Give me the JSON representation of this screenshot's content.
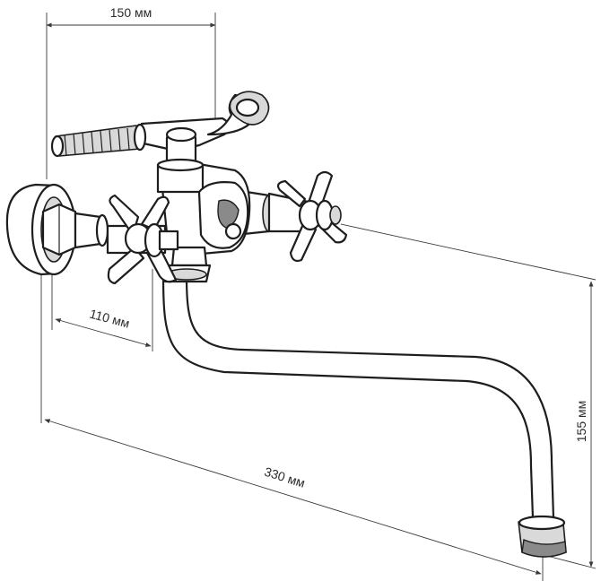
{
  "dimensions": {
    "top_width": "150 мм",
    "handle_offset": "110 мм",
    "spout_length": "330 мм",
    "spout_height": "155 мм"
  }
}
